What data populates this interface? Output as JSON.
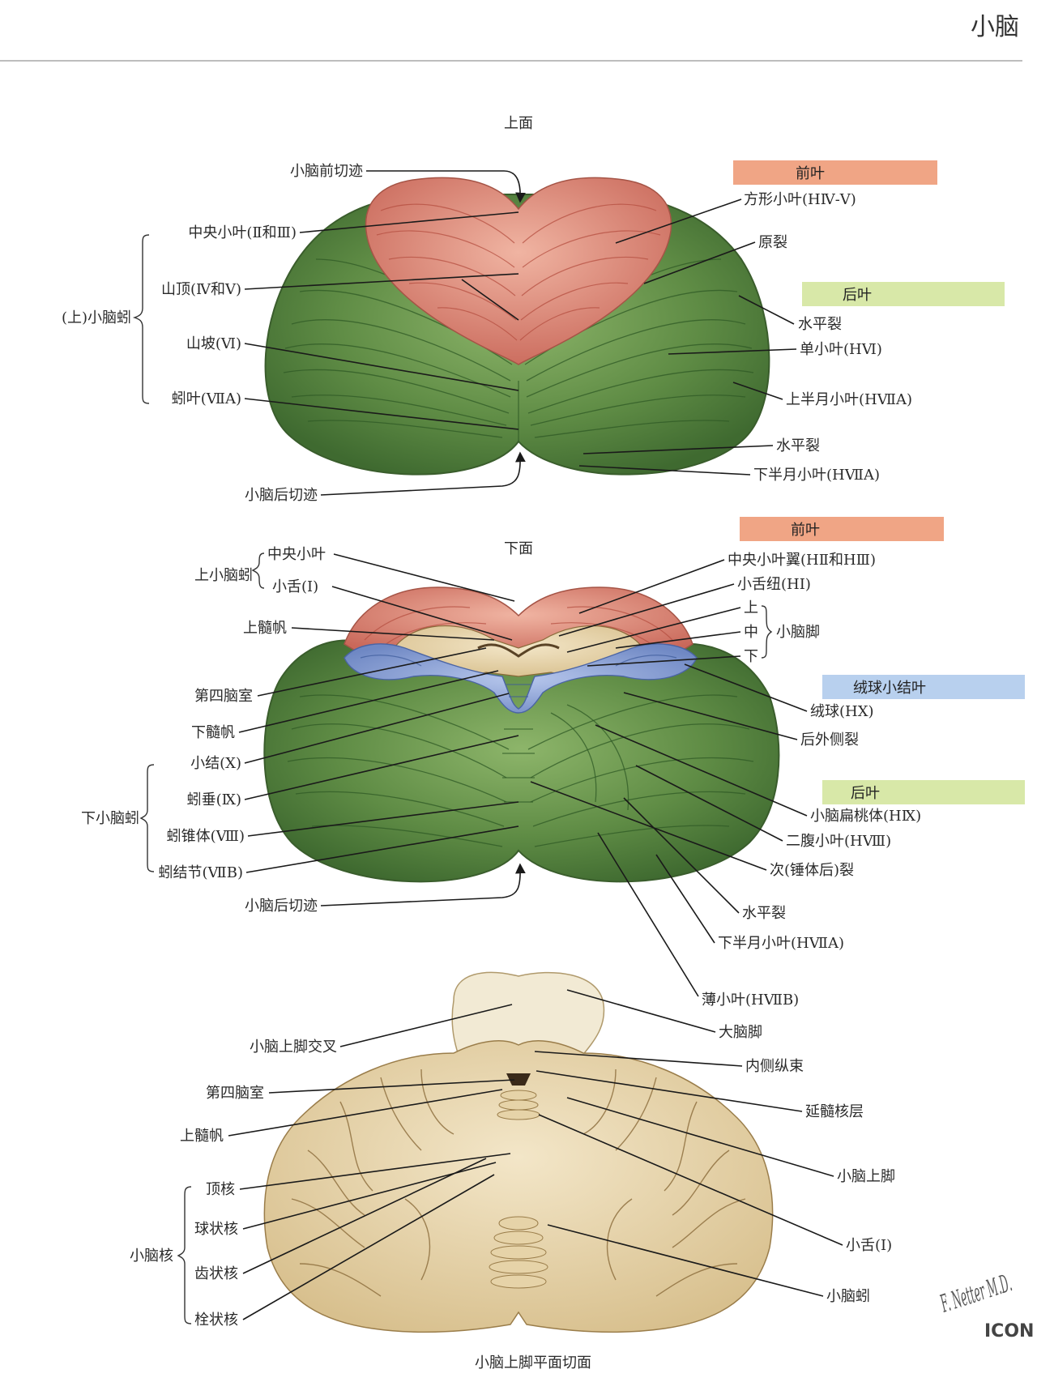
{
  "page": {
    "title": "小脑"
  },
  "superior_view": {
    "title": "上面",
    "boxes": {
      "anterior_lobe": "前叶",
      "posterior_lobe": "后叶"
    },
    "left_labels": {
      "anterior_notch": "小脑前切迹",
      "central_lobule": "中央小叶(Ⅱ和Ⅲ)",
      "culmen": "山顶(Ⅳ和Ⅴ)",
      "declive": "山坡(Ⅵ)",
      "folium": "蚓叶(ⅦA)",
      "posterior_notch": "小脑后切迹",
      "group_vermis": "(上)小脑蚓"
    },
    "right_labels": {
      "quadrangular": "方形小叶(HⅣ-Ⅴ)",
      "primary_fissure": "原裂",
      "horizontal_fissure_1": "水平裂",
      "simple_lobule": "单小叶(HⅥ)",
      "superior_semilunar": "上半月小叶(HⅦA)",
      "horizontal_fissure_2": "水平裂",
      "inferior_semilunar": "下半月小叶(HⅦA)"
    }
  },
  "inferior_view": {
    "title": "下面",
    "boxes": {
      "anterior_lobe": "前叶",
      "flocculonodular_lobe": "绒球小结叶",
      "posterior_lobe": "后叶"
    },
    "left_labels": {
      "central_lobule": "中央小叶",
      "lingula": "小舌(Ⅰ)",
      "group_superior_vermis": "上小脑蚓",
      "superior_medullary_velum": "上髓帆",
      "fourth_ventricle": "第四脑室",
      "inferior_medullary_velum": "下髓帆",
      "nodulus": "小结(Ⅹ)",
      "uvula": "蚓垂(Ⅸ)",
      "pyramis": "蚓锥体(Ⅷ)",
      "tuber": "蚓结节(ⅦB)",
      "group_inferior_vermis": "下小脑蚓",
      "posterior_notch": "小脑后切迹"
    },
    "right_labels": {
      "wing_central_lobule": "中央小叶翼(HⅡ和HⅢ)",
      "vinculum_lingulae": "小舌纽(HⅠ)",
      "peduncle_superior": "上",
      "peduncle_middle": "中",
      "peduncle_inferior": "下",
      "group_peduncles": "小脑脚",
      "flocculus": "绒球(HⅩ)",
      "posterolateral_fissure": "后外侧裂",
      "tonsil": "小脑扁桃体(HⅨ)",
      "biventral": "二腹小叶(HⅧ)",
      "secondary_fissure": "次(锤体后)裂",
      "horizontal_fissure": "水平裂",
      "inferior_semilunar": "下半月小叶(HⅦA)",
      "gracile": "薄小叶(HⅦB)"
    }
  },
  "section_view": {
    "caption": "小脑上脚平面切面",
    "left_labels": {
      "decussation": "小脑上脚交叉",
      "fourth_ventricle": "第四脑室",
      "superior_medullary_velum": "上髓帆",
      "fastigial": "顶核",
      "globose": "球状核",
      "dentate": "齿状核",
      "emboliform": "栓状核",
      "group_nuclei": "小脑核"
    },
    "right_labels": {
      "cerebral_peduncle": "大脑脚",
      "mlf": "内侧纵束",
      "medullary_layer": "延髓核层",
      "superior_peduncle": "小脑上脚",
      "lingula": "小舌(Ⅰ)",
      "vermis": "小脑蚓"
    }
  },
  "signature": {
    "artist": "F. Netter M.D.",
    "logo": "ICON"
  },
  "colors": {
    "anterior_box": "#f0a585",
    "posterior_box": "#d8e8a8",
    "flocculonodular_box": "#b8d0ee",
    "green_lobe": "#5f8c45",
    "red_lobe": "#d9816e",
    "blue_lobe": "#8fa6d8",
    "section_tissue": "#e9d9b2"
  }
}
